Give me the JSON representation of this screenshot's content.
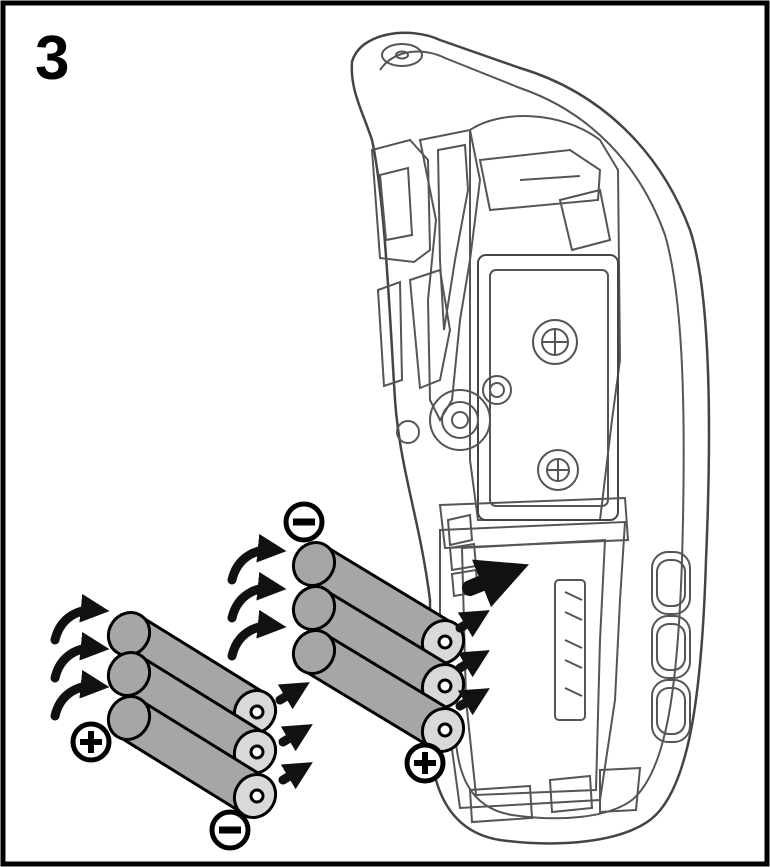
{
  "step": {
    "number": "3"
  },
  "illustration": {
    "subject": "label-printer-back-open",
    "battery_count": 6,
    "polarity": {
      "plus": "+",
      "minus": "−"
    }
  },
  "colors": {
    "outline": "#000000",
    "battery_fill": "#a6a6a6",
    "battery_cap": "#d9d9d9",
    "device_line": "#555555",
    "arrow": "#111111"
  }
}
